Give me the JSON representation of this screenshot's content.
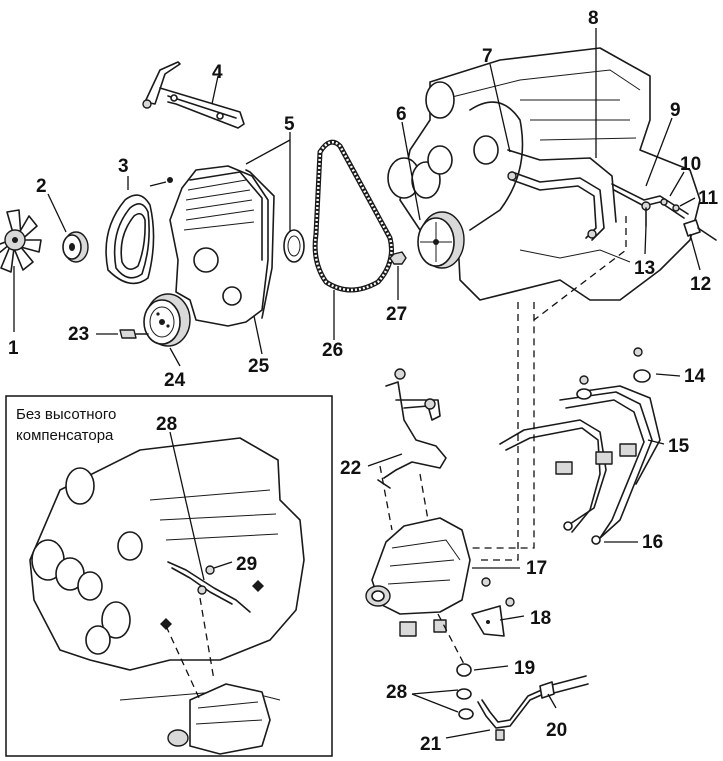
{
  "inset": {
    "title_line1": "Без высотного",
    "title_line2": "компенсатора"
  },
  "callouts": [
    {
      "id": "1",
      "label": "1"
    },
    {
      "id": "2",
      "label": "2"
    },
    {
      "id": "3",
      "label": "3"
    },
    {
      "id": "4",
      "label": "4"
    },
    {
      "id": "5",
      "label": "5"
    },
    {
      "id": "6",
      "label": "6"
    },
    {
      "id": "7",
      "label": "7"
    },
    {
      "id": "8",
      "label": "8"
    },
    {
      "id": "9",
      "label": "9"
    },
    {
      "id": "10",
      "label": "10"
    },
    {
      "id": "11",
      "label": "11"
    },
    {
      "id": "12",
      "label": "12"
    },
    {
      "id": "13",
      "label": "13"
    },
    {
      "id": "14",
      "label": "14"
    },
    {
      "id": "15",
      "label": "15"
    },
    {
      "id": "16",
      "label": "16"
    },
    {
      "id": "17",
      "label": "17"
    },
    {
      "id": "18",
      "label": "18"
    },
    {
      "id": "19",
      "label": "19"
    },
    {
      "id": "20",
      "label": "20"
    },
    {
      "id": "21",
      "label": "21"
    },
    {
      "id": "22",
      "label": "22"
    },
    {
      "id": "23",
      "label": "23"
    },
    {
      "id": "24",
      "label": "24"
    },
    {
      "id": "25",
      "label": "25"
    },
    {
      "id": "26",
      "label": "26"
    },
    {
      "id": "27",
      "label": "27"
    },
    {
      "id": "28",
      "label": "28"
    },
    {
      "id": "28b",
      "label": "28"
    },
    {
      "id": "29",
      "label": "29"
    }
  ]
}
